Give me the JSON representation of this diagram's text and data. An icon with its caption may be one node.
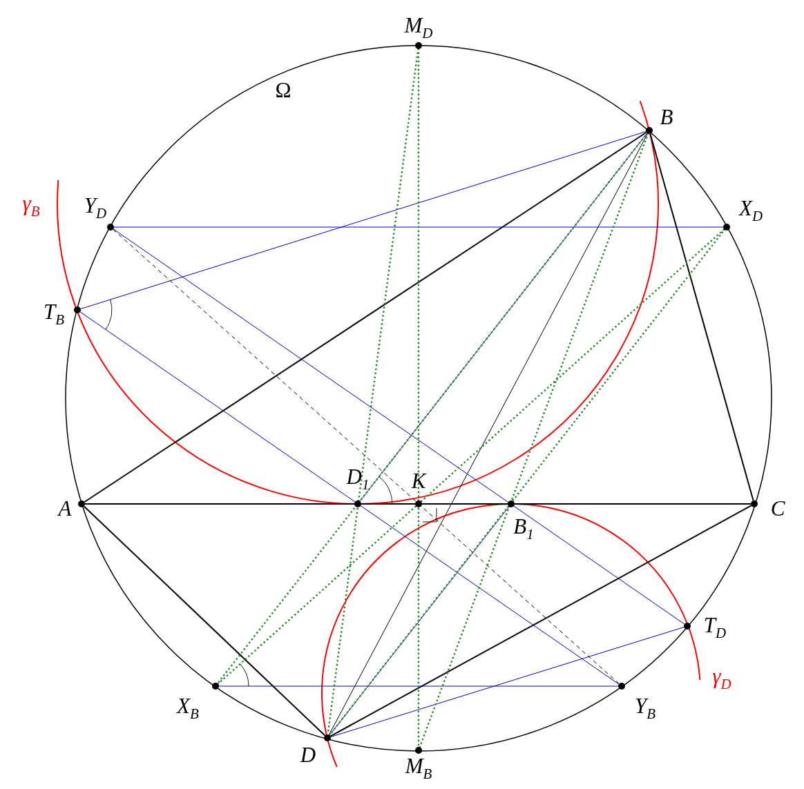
{
  "diagram": {
    "nodes": [
      {
        "text": [
          "M$_{D}$"
        ]
      },
      {
        "text": [
          "B"
        ]
      },
      {
        "text": [
          "Y$_{D}$"
        ]
      },
      {
        "text": [
          "X$_{D}$"
        ]
      },
      {
        "text": [
          "T$_{B}$"
        ]
      },
      {
        "text": [
          "A"
        ]
      },
      {
        "text": [
          "D$_{1}$"
        ]
      },
      {
        "text": [
          "K"
        ]
      },
      {
        "text": [
          "B$_{1}$"
        ]
      },
      {
        "text": [
          "C"
        ]
      },
      {
        "text": [
          "T$_{D}$"
        ]
      },
      {
        "text": [
          "X$_{B}$"
        ]
      },
      {
        "text": [
          "Y$_{B}$"
        ]
      },
      {
        "text": [
          "D"
        ]
      },
      {
        "text": [
          "M$_{B}$"
        ]
      }
    ],
    "edges": [
      {
        "from": 5,
        "to": 1,
        "arrow": "none",
        "color": "#000000"
      },
      {
        "from": 1,
        "to": 9,
        "arrow": "none",
        "color": "#000000"
      },
      {
        "from": 5,
        "to": 9,
        "arrow": "none",
        "color": "#000000"
      },
      {
        "from": 5,
        "to": 13,
        "arrow": "none",
        "color": "#000000"
      },
      {
        "from": 13,
        "to": 9,
        "arrow": "none",
        "color": "#000000"
      },
      {
        "from": 1,
        "to": 13,
        "arrow": "none",
        "color": "#000000"
      },
      {
        "from": 2,
        "to": 12,
        "arrow": "none",
        "style": "dashed",
        "color": "#000000"
      },
      {
        "from": 2,
        "to": 3,
        "arrow": "none"
      },
      {
        "from": 1,
        "to": 4,
        "arrow": "none"
      },
      {
        "from": 4,
        "to": 12,
        "arrow": "none"
      },
      {
        "from": 2,
        "to": 10,
        "arrow": "none"
      },
      {
        "from": 11,
        "to": 12,
        "arrow": "none"
      },
      {
        "from": 13,
        "to": 10,
        "arrow": "none"
      },
      {
        "from": 1,
        "to": 6,
        "arrow": "none"
      },
      {
        "from": 13,
        "to": 8,
        "arrow": "none"
      },
      {
        "from": 0,
        "to": 13,
        "arrow": "none",
        "style": "dashed",
        "color": "#228b22"
      },
      {
        "from": 14,
        "to": 1,
        "arrow": "none",
        "style": "dashed",
        "color": "#228b22"
      },
      {
        "from": 0,
        "to": 14,
        "arrow": "none",
        "style": "dashed",
        "color": "#228b22"
      },
      {
        "from": 1,
        "to": 11,
        "arrow": "none",
        "style": "dashed",
        "color": "#228b22"
      },
      {
        "from": 13,
        "to": 3,
        "arrow": "none",
        "style": "dashed",
        "color": "#228b22"
      },
      {
        "from": 11,
        "to": 3,
        "arrow": "none",
        "style": "dashed",
        "color": "#228b22"
      }
    ],
    "labels": [
      "Ω",
      "γ$_{B}$",
      "γ$_{D}$"
    ]
  }
}
